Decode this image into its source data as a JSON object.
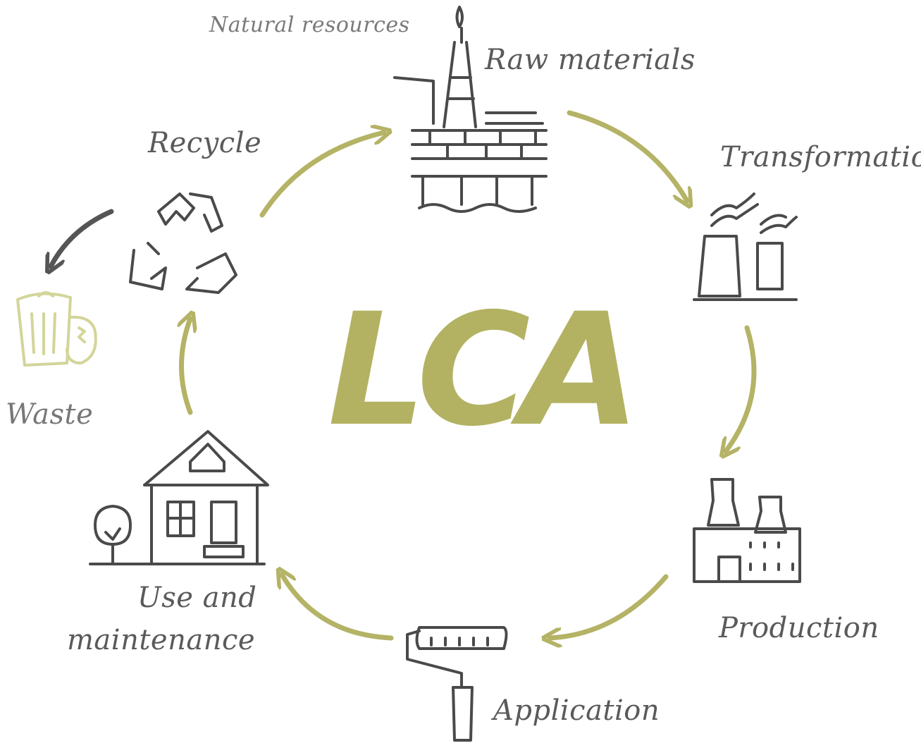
{
  "diagram": {
    "center_title": "LCA",
    "stages": [
      {
        "id": "raw-materials",
        "label": "Raw materials",
        "icon": "oil-rig-icon"
      },
      {
        "id": "transformation",
        "label": "Transformation",
        "icon": "power-plant-icon"
      },
      {
        "id": "production",
        "label": "Production",
        "icon": "factory-icon"
      },
      {
        "id": "application",
        "label": "Application",
        "icon": "paint-roller-icon"
      },
      {
        "id": "use-and-maintenance",
        "label_line1": "Use and",
        "label_line2": "maintenance",
        "icon": "house-icon"
      },
      {
        "id": "recycle",
        "label": "Recycle",
        "icon": "recycle-icon"
      }
    ],
    "natural_resources": "Natural resources",
    "waste": {
      "label": "Waste",
      "icon": "trash-bin-icon"
    },
    "colors": {
      "accent": "#b4b366",
      "center_text": "#b2b262",
      "sketch": "#4a4a4a",
      "waste_icon": "#d3d59a",
      "waste_arrow": "#555555"
    }
  }
}
